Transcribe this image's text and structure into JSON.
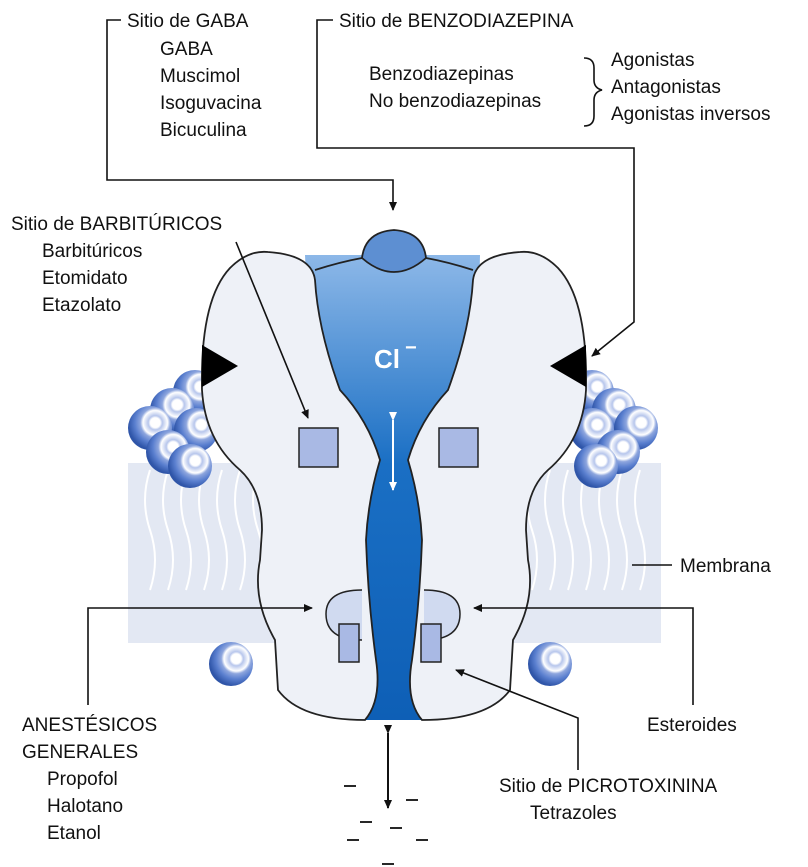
{
  "gaba_site": {
    "title": "Sitio de GABA",
    "items": [
      "GABA",
      "Muscimol",
      "Isoguvacina",
      "Bicuculina"
    ]
  },
  "benzodiazepine_site": {
    "title": "Sitio de BENZODIAZEPINA",
    "ligands": [
      "Benzodiazepinas",
      "No benzodiazepinas"
    ],
    "actions": [
      "Agonistas",
      "Antagonistas",
      "Agonistas inversos"
    ]
  },
  "barbiturate_site": {
    "title": "Sitio de BARBITÚRICOS",
    "items": [
      "Barbitúricos",
      "Etomidato",
      "Etazolato"
    ]
  },
  "ion": {
    "symbol": "Cl",
    "charge": "−"
  },
  "membrane_label": "Membrana",
  "anesthetics": {
    "title_line1": "ANESTÉSICOS",
    "title_line2": "GENERALES",
    "items": [
      "Propofol",
      "Halotano",
      "Etanol"
    ]
  },
  "steroids_label": "Esteroides",
  "picrotoxinin_site": {
    "title": "Sitio de PICROTOXININA",
    "items": [
      "Tetrazoles"
    ]
  },
  "colors": {
    "channel_blue": "#1a6fc4",
    "channel_light": "#7fb0e3",
    "receptor_fill": "#eef1f7",
    "membrane": "#e3e8f3",
    "binding_site": "#a9b9e4"
  }
}
